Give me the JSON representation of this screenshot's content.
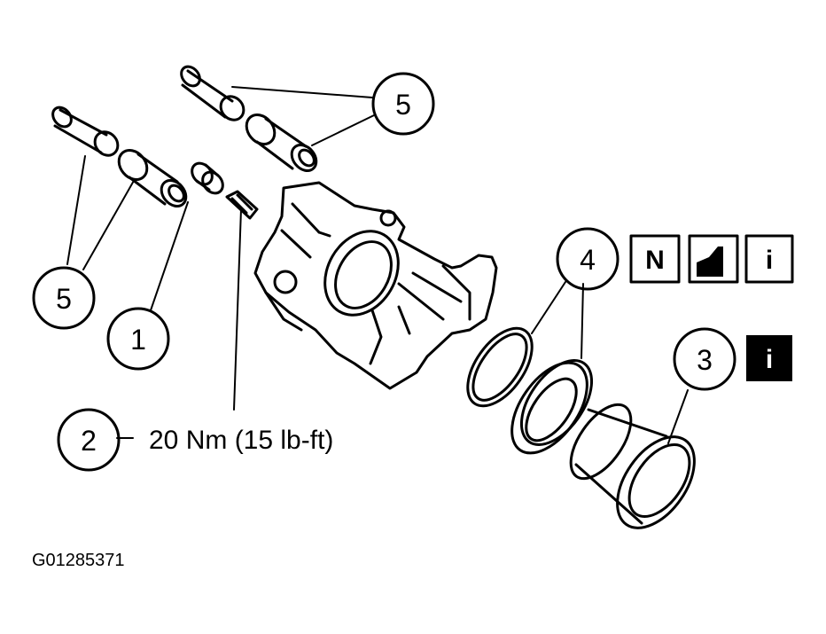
{
  "callouts": [
    {
      "id": "5",
      "label": "5"
    },
    {
      "id": "5b",
      "label": "5"
    },
    {
      "id": "1",
      "label": "1"
    },
    {
      "id": "2",
      "label": "2"
    },
    {
      "id": "4",
      "label": "4"
    },
    {
      "id": "3",
      "label": "3"
    }
  ],
  "torque_spec": "20 Nm (15 lb-ft)",
  "figure_id": "G01285371",
  "icons": [
    {
      "name": "new-part-icon",
      "letter": "N"
    },
    {
      "name": "lubricate-icon",
      "letter": ""
    },
    {
      "name": "info-icon",
      "letter": "i"
    },
    {
      "name": "info-icon-inverted",
      "letter": "i"
    }
  ]
}
